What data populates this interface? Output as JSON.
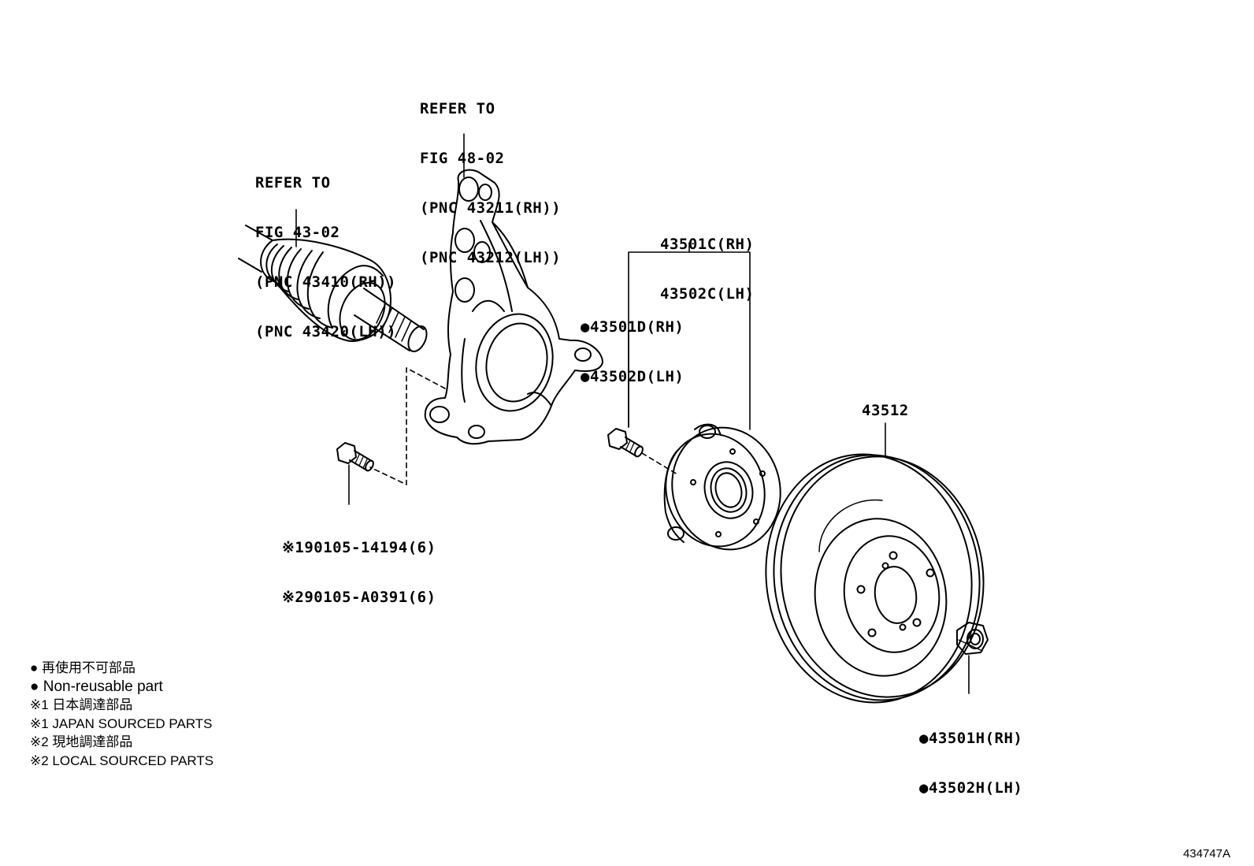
{
  "callouts": {
    "knuckle_ref": [
      "REFER TO",
      "FIG 48-02",
      "(PNC 43211(RH))",
      "(PNC 43212(LH))"
    ],
    "driveshaft_ref": [
      "REFER TO",
      "FIG 43-02",
      "(PNC 43410(RH))",
      "(PNC 43420(LH))"
    ],
    "hub_assembly": [
      "43501C(RH)",
      "43502C(LH)"
    ],
    "hub_bolt": [
      "●43501D(RH)",
      "●43502D(LH)"
    ],
    "rotor": "43512",
    "knuckle_bolt": [
      "※190105-14194(6)",
      "※290105-A0391(6)"
    ],
    "hub_nut": [
      "●43501H(RH)",
      "●43502H(LH)"
    ]
  },
  "legend": [
    "● 再使用不可部品",
    "● Non-reusable part",
    "※1 日本調達部品",
    "※1 JAPAN SOURCED PARTS",
    "※2 現地調達部品",
    "※2 LOCAL SOURCED PARTS"
  ],
  "figure_number": "434747A"
}
